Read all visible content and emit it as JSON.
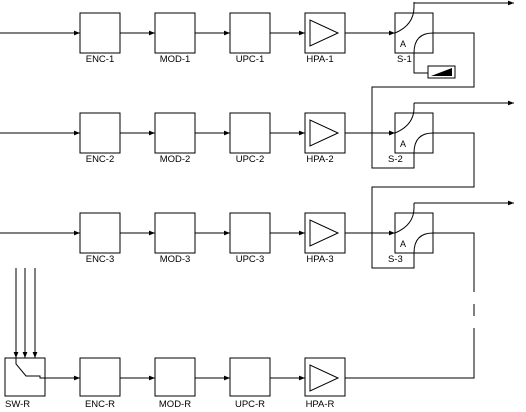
{
  "rows": [
    {
      "enc": "ENC-1",
      "mod": "MOD-1",
      "upc": "UPC-1",
      "hpa": "HPA-1",
      "sw": "S-1",
      "sw_mark": "A"
    },
    {
      "enc": "ENC-2",
      "mod": "MOD-2",
      "upc": "UPC-2",
      "hpa": "HPA-2",
      "sw": "S-2",
      "sw_mark": "A"
    },
    {
      "enc": "ENC-3",
      "mod": "MOD-3",
      "upc": "UPC-3",
      "hpa": "HPA-3",
      "sw": "S-3",
      "sw_mark": "A"
    }
  ],
  "redundant": {
    "sw": "SW-R",
    "enc": "ENC-R",
    "mod": "MOD-R",
    "upc": "UPC-R",
    "hpa": "HPA-R"
  }
}
